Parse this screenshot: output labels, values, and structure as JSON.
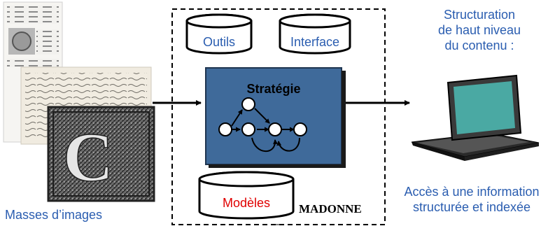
{
  "labels": {
    "masses": "Masses d’images",
    "madonne": "MADONNE",
    "strategie": "Stratégie",
    "structuration": [
      "Structuration",
      "de haut niveau",
      "du contenu :"
    ],
    "acces": [
      "Accès à une information",
      "structurée et indexée"
    ]
  },
  "databases": {
    "outils": "Outils",
    "interface": "Interface",
    "modeles": "Modèles"
  },
  "colors": {
    "label_blue": "#2a5db0",
    "strategy_box": "#3f6a9a",
    "modeles_text": "#e00000",
    "dashed_border": "#000000"
  }
}
